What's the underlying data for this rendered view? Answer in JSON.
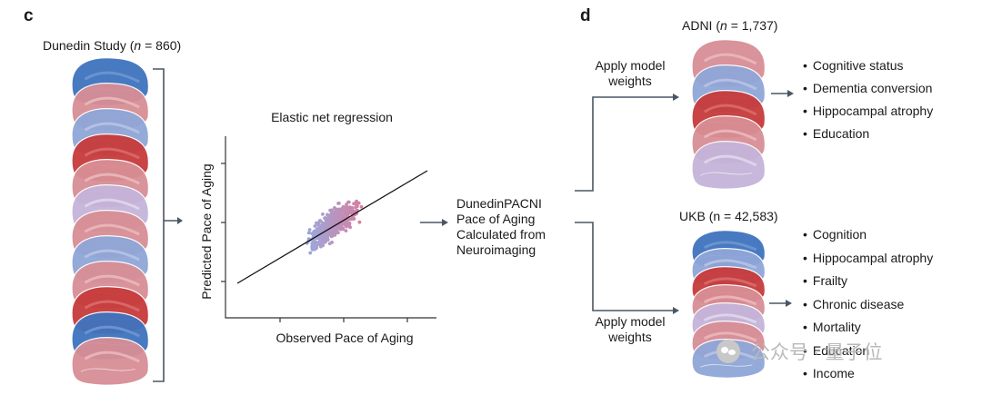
{
  "panel_c": {
    "letter": "c",
    "cohort_name": "Dunedin Study",
    "cohort_n": "n",
    "cohort_count": " = 860)",
    "chart_title": "Elastic net regression",
    "output_lines": [
      "DunedinPACNI",
      "Pace of Aging",
      "Calculated from",
      "Neuroimaging"
    ]
  },
  "panel_d": {
    "letter": "d",
    "apply_label_top": [
      "Apply model",
      "weights"
    ],
    "apply_label_bottom": [
      "Apply model",
      "weights"
    ],
    "adni": {
      "name": "ADNI",
      "n": "n",
      "count": " = 1,737)",
      "outcomes": [
        "Cognitive status",
        "Dementia conversion",
        "Hippocampal atrophy",
        "Education"
      ]
    },
    "ukb": {
      "name": "UKB",
      "count": " = 42,583)",
      "outcomes": [
        "Cognition",
        "Hippocampal atrophy",
        "Frailty",
        "Chronic disease",
        "Mortality",
        "Education",
        "Income"
      ]
    }
  },
  "watermark": {
    "icon": "wechat-icon",
    "text": "公众号 · 量子位"
  },
  "colors": {
    "blue": "#3f73be",
    "red": "#c73b3b",
    "arrow": "#4a5566",
    "axis": "#333333"
  },
  "chart_data": {
    "type": "scatter",
    "title": "Elastic net regression",
    "xlabel": "Observed Pace of Aging",
    "ylabel": "Predicted Pace of Aging",
    "tick_labels": "none",
    "color_scale": "blue (low) to pink (mid) to red (high observed pace)",
    "fit_line": true,
    "points_estimated": "~600 points, positive linear trend"
  }
}
